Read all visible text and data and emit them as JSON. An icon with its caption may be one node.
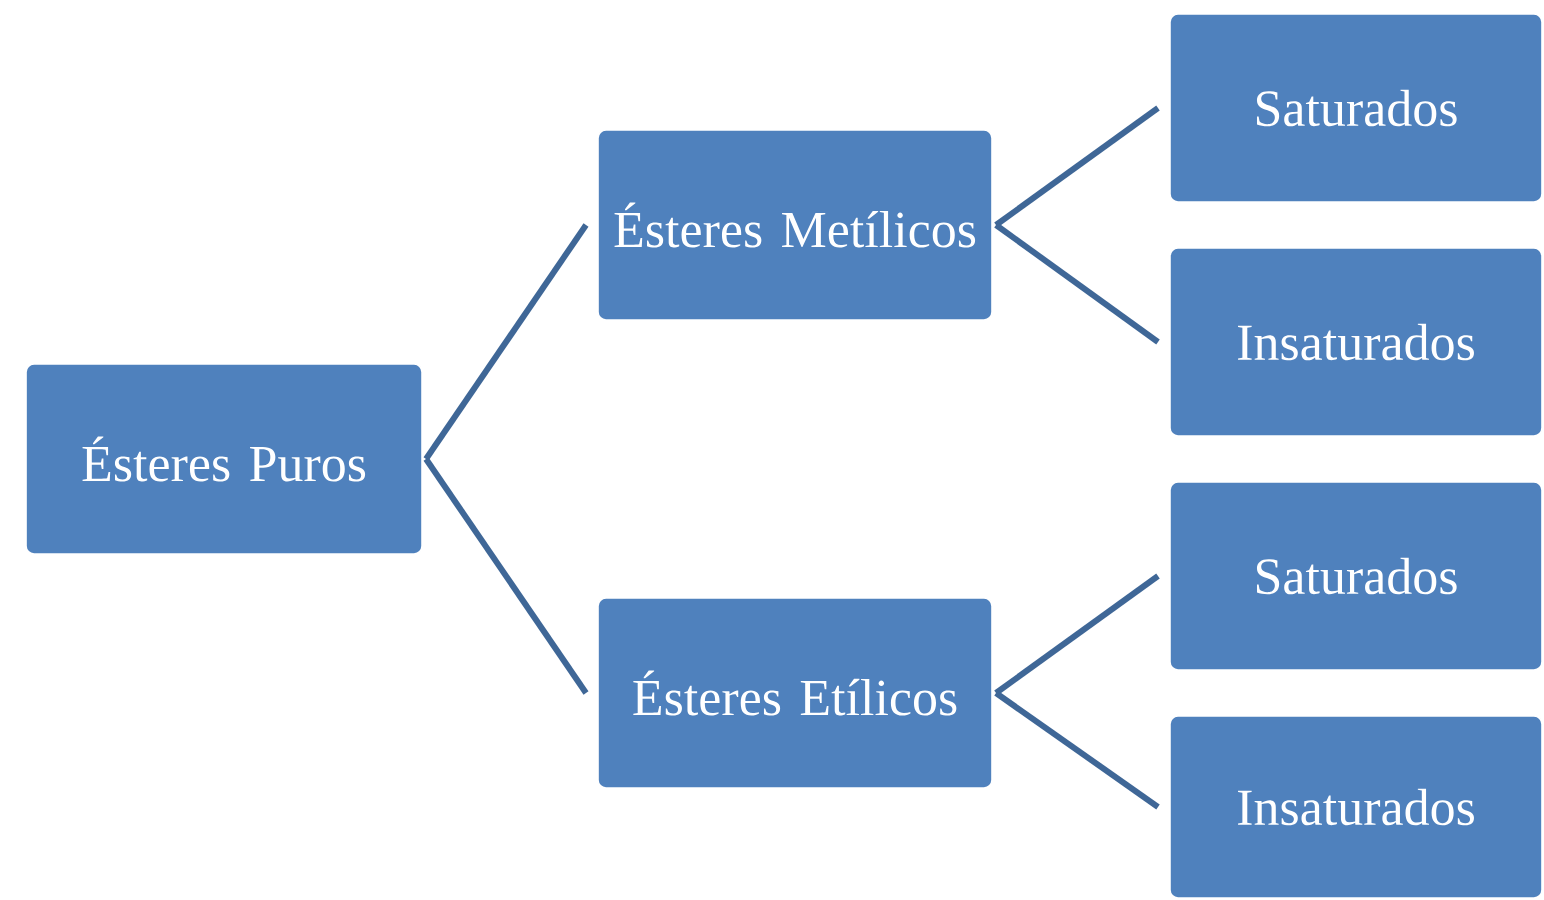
{
  "diagram": {
    "nodes": [
      {
        "text": [
          "Ésteres Puros"
        ]
      },
      {
        "text": [
          "Ésteres Metílicos"
        ]
      },
      {
        "text": [
          "Saturados"
        ]
      },
      {
        "text": [
          "Insaturados"
        ]
      },
      {
        "text": [
          "Ésteres Etílicos"
        ]
      },
      {
        "text": [
          "Saturados"
        ]
      },
      {
        "text": [
          "Insaturados"
        ]
      }
    ],
    "edges": [
      {
        "from": 0,
        "to": 1,
        "arrow": "none"
      },
      {
        "from": 0,
        "to": 4,
        "arrow": "none"
      },
      {
        "from": 1,
        "to": 2,
        "arrow": "none"
      },
      {
        "from": 1,
        "to": 3,
        "arrow": "none"
      },
      {
        "from": 4,
        "to": 5,
        "arrow": "none"
      },
      {
        "from": 4,
        "to": 6,
        "arrow": "none"
      }
    ]
  }
}
